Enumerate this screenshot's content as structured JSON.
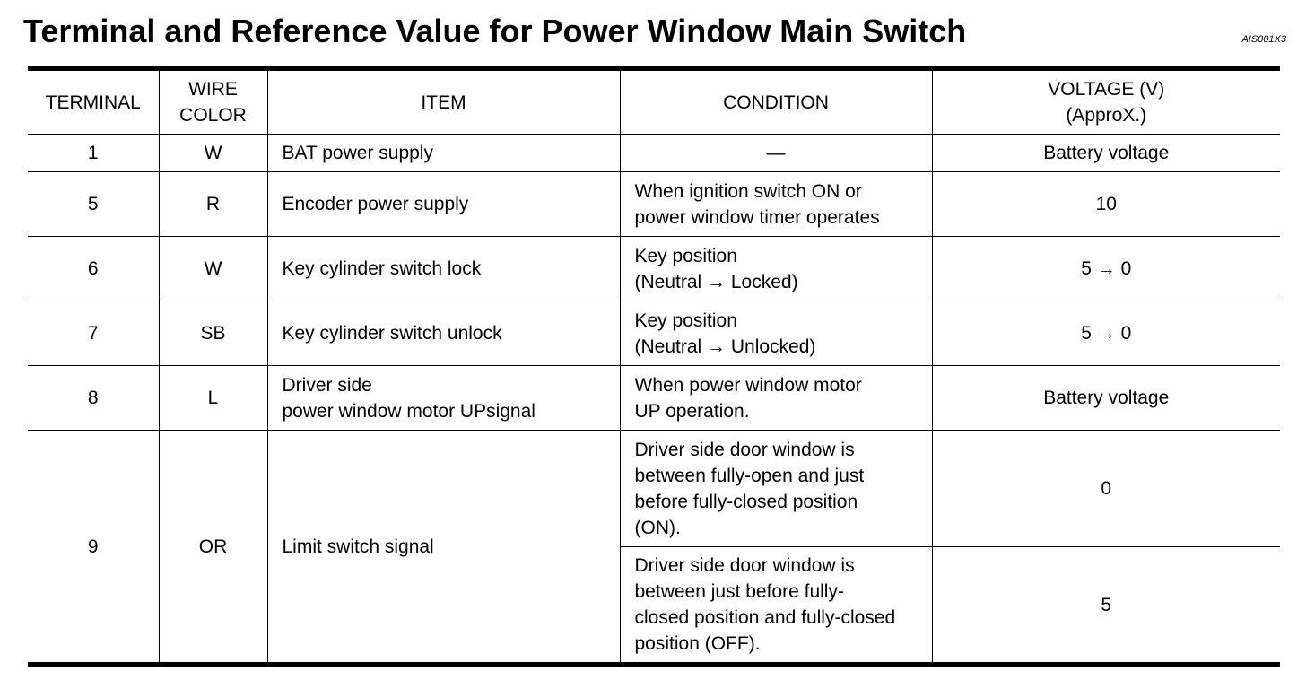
{
  "title": "Terminal and Reference Value for Power Window Main Switch",
  "ref_code": "AIS001X3",
  "table": {
    "headers": {
      "terminal": "TERMINAL",
      "wire_color": "WIRE\nCOLOR",
      "item": "ITEM",
      "condition": "CONDITION",
      "voltage": "VOLTAGE (V)\n(ApproX.)"
    },
    "rows": [
      {
        "terminal": "1",
        "wire_color": "W",
        "item": "BAT power supply",
        "condition": "—",
        "voltage": "Battery voltage"
      },
      {
        "terminal": "5",
        "wire_color": "R",
        "item": "Encoder power supply",
        "condition": "When ignition switch ON or\npower window timer operates",
        "voltage": "10"
      },
      {
        "terminal": "6",
        "wire_color": "W",
        "item": "Key cylinder switch lock",
        "condition": "Key position\n(Neutral → Locked)",
        "voltage": "5 → 0"
      },
      {
        "terminal": "7",
        "wire_color": "SB",
        "item": "Key cylinder switch unlock",
        "condition": "Key position\n(Neutral → Unlocked)",
        "voltage": "5 → 0"
      },
      {
        "terminal": "8",
        "wire_color": "L",
        "item": "Driver side\npower window motor UPsignal",
        "condition": "When power window motor\n UP operation.",
        "voltage": "Battery voltage"
      },
      {
        "terminal": "9",
        "wire_color": "OR",
        "item": "Limit switch signal",
        "conditions": [
          {
            "condition": "Driver side door window is\nbetween fully-open and just\nbefore fully-closed position\n(ON).",
            "voltage": "0"
          },
          {
            "condition": "Driver side door window is\nbetween just before fully-\nclosed position and fully-closed\nposition (OFF).",
            "voltage": "5"
          }
        ]
      }
    ]
  }
}
